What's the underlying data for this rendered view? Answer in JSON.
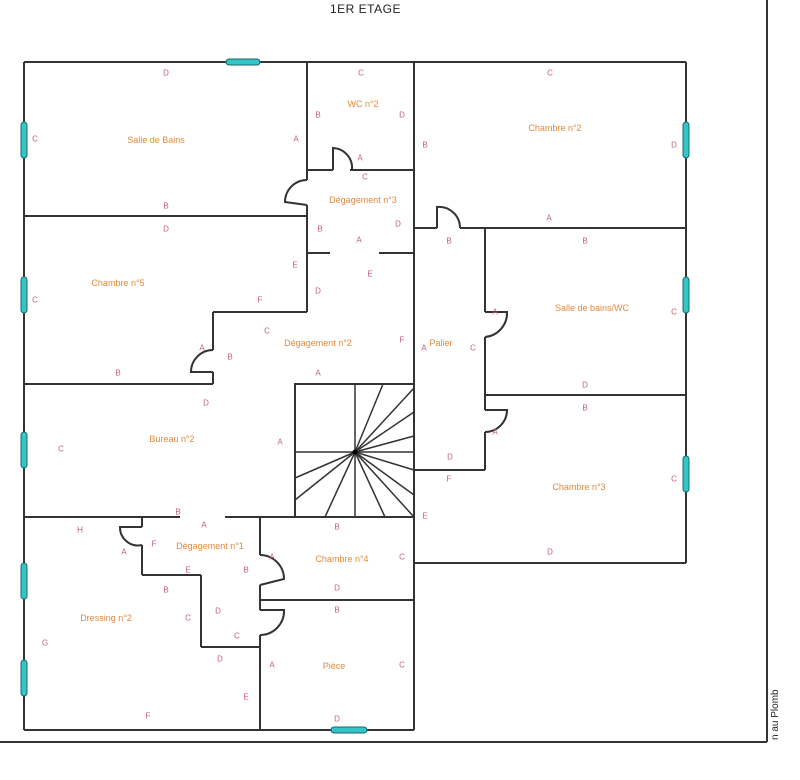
{
  "title": "1ER ETAGE",
  "side_note": "n au Plomb",
  "colors": {
    "wall": "#333333",
    "window": "#33c5c8",
    "room_label": "#e08a3c",
    "wall_label": "#c0607a"
  },
  "rooms": [
    {
      "name": "Salle de Bains",
      "walls": [
        "D",
        "C",
        "A",
        "B"
      ]
    },
    {
      "name": "WC n°2",
      "walls": [
        "C",
        "B",
        "D",
        "A"
      ]
    },
    {
      "name": "Dégagement n°3",
      "walls": [
        "C",
        "B",
        "D",
        "A",
        "E"
      ]
    },
    {
      "name": "Chambre n°2",
      "walls": [
        "C",
        "B",
        "D",
        "A"
      ]
    },
    {
      "name": "Chambre n°5",
      "walls": [
        "D",
        "E",
        "C",
        "F",
        "B",
        "A"
      ]
    },
    {
      "name": "Dégagement n°2",
      "walls": [
        "D",
        "C",
        "B",
        "F",
        "A"
      ]
    },
    {
      "name": "Palier",
      "walls": [
        "B",
        "A",
        "C",
        "D",
        "F"
      ]
    },
    {
      "name": "Salle de bains/WC",
      "walls": [
        "B",
        "A",
        "C",
        "D"
      ]
    },
    {
      "name": "Bureau n°2",
      "walls": [
        "D",
        "C",
        "A",
        "B"
      ]
    },
    {
      "name": "Chambre n°3",
      "walls": [
        "B",
        "A",
        "C",
        "E",
        "D"
      ]
    },
    {
      "name": "Dégagement n°1",
      "walls": [
        "A",
        "F",
        "E",
        "B",
        "D",
        "C"
      ]
    },
    {
      "name": "Chambre n°4",
      "walls": [
        "H",
        "A",
        "B",
        "C",
        "G",
        "D",
        "E",
        "F"
      ]
    },
    {
      "name": "Dressing n°2",
      "walls": [
        "B",
        "A",
        "C",
        "D"
      ]
    },
    {
      "name": "Pièce",
      "walls": [
        "B",
        "A",
        "C",
        "D"
      ]
    }
  ]
}
